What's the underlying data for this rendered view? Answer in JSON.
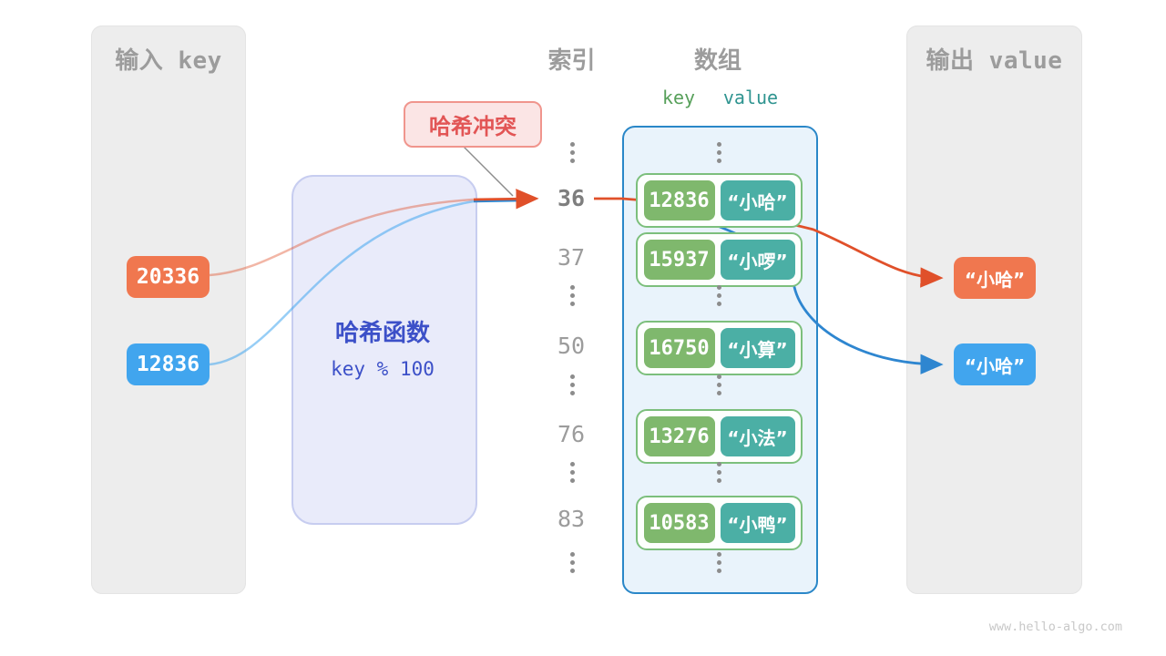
{
  "diagram": {
    "site_watermark": "www.hello-algo.com",
    "topic": "hash collision"
  },
  "input_panel": {
    "title": "输入 key",
    "keys": [
      {
        "value": "20336",
        "color": "#F0774F"
      },
      {
        "value": "12836",
        "color": "#41A5EE"
      }
    ]
  },
  "hash_function": {
    "title": "哈希函数",
    "formula": "key % 100"
  },
  "collision_label": "哈希冲突",
  "index_column": {
    "title": "索引",
    "entries": [
      {
        "type": "ellipsis"
      },
      {
        "type": "index",
        "label": "36",
        "emphasis": true
      },
      {
        "type": "index",
        "label": "37",
        "emphasis": false
      },
      {
        "type": "ellipsis"
      },
      {
        "type": "index",
        "label": "50",
        "emphasis": false
      },
      {
        "type": "ellipsis"
      },
      {
        "type": "index",
        "label": "76",
        "emphasis": false
      },
      {
        "type": "ellipsis"
      },
      {
        "type": "index",
        "label": "83",
        "emphasis": false
      },
      {
        "type": "ellipsis"
      }
    ]
  },
  "array_column": {
    "title": "数组",
    "key_header": "key",
    "value_header": "value",
    "rows": [
      {
        "key": "12836",
        "value": "“小哈”"
      },
      {
        "key": "15937",
        "value": "“小啰”"
      },
      {
        "key": "16750",
        "value": "“小算”"
      },
      {
        "key": "13276",
        "value": "“小法”"
      },
      {
        "key": "10583",
        "value": "“小鸭”"
      }
    ]
  },
  "output_panel": {
    "title": "输出 value",
    "values": [
      {
        "text": "“小哈”",
        "color": "#F0774F"
      },
      {
        "text": "“小哈”",
        "color": "#41A5EE"
      }
    ]
  },
  "colors": {
    "orange_arrow": "#E0502A",
    "blue_arrow": "#2E86D0",
    "panel_bg": "#EDEDED",
    "hash_box_bg": "#E9EBFA",
    "hash_text": "#3C50C8",
    "collision_text": "#E25555",
    "array_border": "#2A87C8",
    "array_bg": "#E9F3FB",
    "key_cell": "#7FB86D",
    "value_cell": "#4BAFA5",
    "pair_border": "#7CBF7C"
  }
}
